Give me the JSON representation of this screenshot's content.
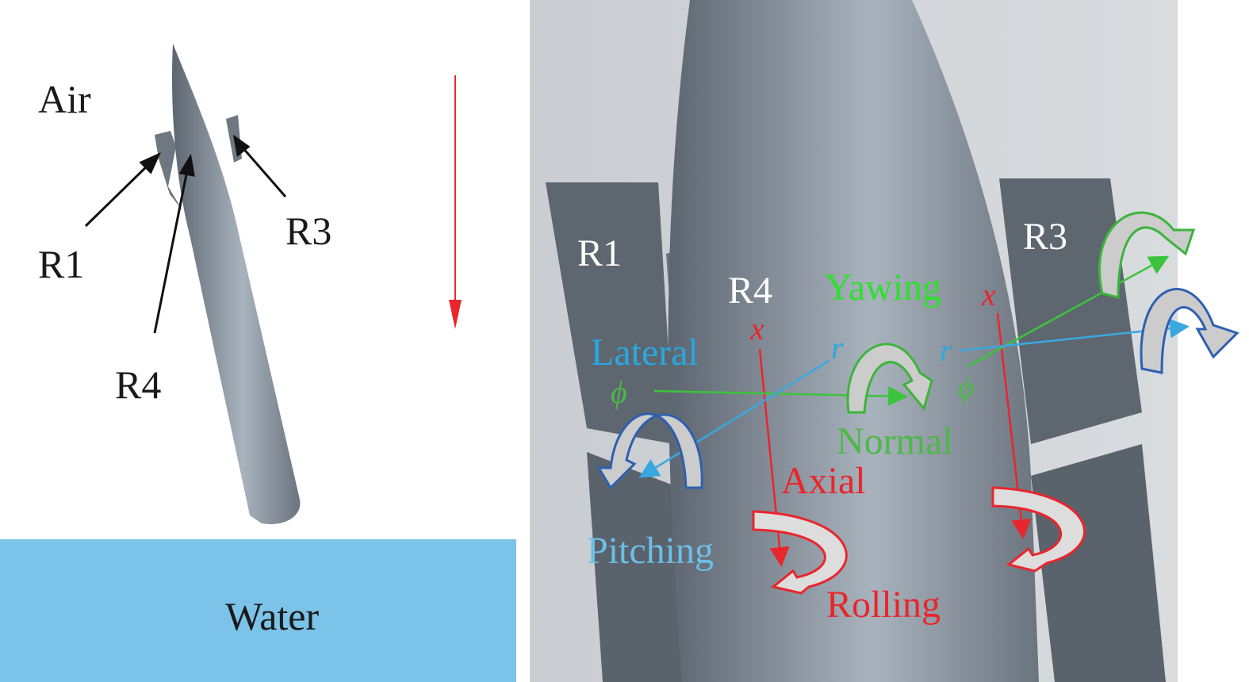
{
  "left_panel": {
    "air_label": "Air",
    "water_label": "Water",
    "fin_labels": {
      "r1": "R1",
      "r3": "R3",
      "r4": "R4"
    }
  },
  "right_panel": {
    "fin_labels": {
      "r1": "R1",
      "r3": "R3",
      "r4": "R4"
    },
    "motion_labels": {
      "yawing": "Yawing",
      "lateral": "Lateral",
      "normal": "Normal",
      "axial": "Axial",
      "pitching": "Pitching",
      "rolling": "Rolling"
    },
    "axis_symbols": {
      "x": "x",
      "r": "r",
      "phi": "ϕ"
    }
  },
  "colors": {
    "water": "#7bc3e8",
    "axial": "#e8262c",
    "yawing": "#2ee02e",
    "normal": "#4db848",
    "lateral": "#29a8e0",
    "pitching": "#6bbfe8",
    "pitch_arrow": "#2f5fb0"
  }
}
